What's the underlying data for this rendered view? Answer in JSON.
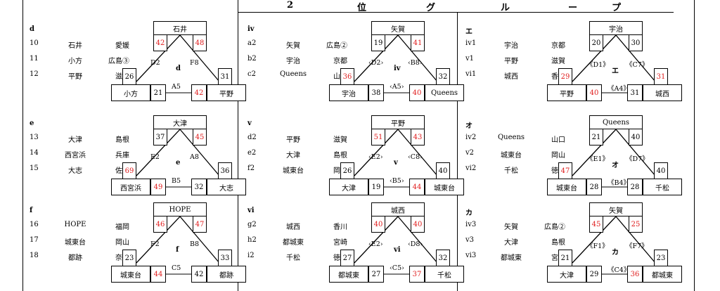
{
  "banner": [
    "2",
    "位",
    "グ",
    "ル",
    "ー",
    "プ"
  ],
  "groups": [
    {
      "key": "d",
      "letter": "d",
      "rows": [
        [
          "10",
          "石井",
          "愛媛"
        ],
        [
          "11",
          "小方",
          "広島③"
        ],
        [
          "12",
          "平野",
          "滋賀"
        ]
      ],
      "top": {
        "name": "石井",
        "l": "42",
        "r": "48",
        "lred": true,
        "rred": true
      },
      "bl": {
        "name": "小方",
        "a": "26",
        "b": "21",
        "bred": false
      },
      "br": {
        "name": "平野",
        "a": "31",
        "b": "42",
        "bred": true
      },
      "labels": {
        "left": "D2",
        "right": "F8",
        "bottom": "A5",
        "center": "d"
      }
    },
    {
      "key": "e",
      "letter": "e",
      "rows": [
        [
          "13",
          "大津",
          "島根"
        ],
        [
          "14",
          "西宮浜",
          "兵庫"
        ],
        [
          "15",
          "大志",
          "佐賀"
        ]
      ],
      "top": {
        "name": "大津",
        "l": "37",
        "r": "45",
        "lred": false,
        "rred": true
      },
      "bl": {
        "name": "西宮浜",
        "a": "69",
        "b": "49",
        "ared": true,
        "bred": true
      },
      "br": {
        "name": "大志",
        "a": "36",
        "b": "32",
        "bred": false
      },
      "labels": {
        "left": "E2",
        "right": "A8",
        "bottom": "B5",
        "center": "e"
      }
    },
    {
      "key": "f",
      "letter": "f",
      "rows": [
        [
          "16",
          "HOPE",
          "福岡"
        ],
        [
          "17",
          "城東台",
          "岡山"
        ],
        [
          "18",
          "都跡",
          "奈良"
        ]
      ],
      "top": {
        "name": "HOPE",
        "l": "46",
        "r": "47",
        "lred": true,
        "rred": true
      },
      "bl": {
        "name": "城東台",
        "a": "23",
        "b": "44",
        "bred": true
      },
      "br": {
        "name": "都跡",
        "a": "33",
        "b": "42",
        "bred": false
      },
      "labels": {
        "left": "F2",
        "right": "B8",
        "bottom": "C5",
        "center": "f"
      }
    },
    {
      "key": "iv",
      "letter": "iv",
      "rows": [
        [
          "a2",
          "矢賀",
          "広島②"
        ],
        [
          "b2",
          "宇治",
          "京都"
        ],
        [
          "c2",
          "Queens",
          "山口"
        ]
      ],
      "top": {
        "name": "矢賀",
        "l": "19",
        "r": "41",
        "lred": false,
        "rred": true
      },
      "bl": {
        "name": "宇治",
        "a": "36",
        "b": "38",
        "ared": true
      },
      "br": {
        "name": "Queens",
        "a": "32",
        "b": "40",
        "bred": true
      },
      "labels": {
        "left": "‹D2›",
        "right": "‹B8›",
        "bottom": "‹A5›",
        "center": "iv"
      }
    },
    {
      "key": "v",
      "letter": "v",
      "rows": [
        [
          "d2",
          "平野",
          "滋賀"
        ],
        [
          "e2",
          "大津",
          "島根"
        ],
        [
          "f2",
          "城東台",
          "岡山"
        ]
      ],
      "top": {
        "name": "平野",
        "l": "51",
        "r": "43",
        "lred": true,
        "rred": true
      },
      "bl": {
        "name": "大津",
        "a": "26",
        "b": "19"
      },
      "br": {
        "name": "城東台",
        "a": "40",
        "b": "44",
        "bred": true
      },
      "labels": {
        "left": "‹E2›",
        "right": "‹C8›",
        "bottom": "‹B5›",
        "center": "v"
      }
    },
    {
      "key": "vi",
      "letter": "vi",
      "rows": [
        [
          "g2",
          "城西",
          "香川"
        ],
        [
          "h2",
          "都城東",
          "宮崎"
        ],
        [
          "i2",
          "千松",
          "徳島"
        ]
      ],
      "top": {
        "name": "城西",
        "l": "40",
        "r": "40",
        "lred": true,
        "rred": true
      },
      "bl": {
        "name": "都城東",
        "a": "27",
        "b": "27"
      },
      "br": {
        "name": "千松",
        "a": "32",
        "b": "37",
        "bred": true
      },
      "labels": {
        "left": "‹E2›",
        "right": "‹D8›",
        "bottom": "‹C5›",
        "center": "vi"
      }
    },
    {
      "key": "e2",
      "letter": "エ",
      "rows": [
        [
          "iv1",
          "宇治",
          "京都"
        ],
        [
          "v1",
          "平野",
          "滋賀"
        ],
        [
          "vi1",
          "城西",
          "香川"
        ]
      ],
      "top": {
        "name": "宇治",
        "l": "20",
        "r": "30"
      },
      "bl": {
        "name": "平野",
        "a": "29",
        "b": "40",
        "ared": true,
        "bred": true
      },
      "br": {
        "name": "城西",
        "a": "31",
        "b": "31",
        "ared": true
      },
      "labels": {
        "left": "《D1》",
        "right": "《C7》",
        "bottom": "《A4》",
        "center": "エ"
      }
    },
    {
      "key": "o",
      "letter": "オ",
      "rows": [
        [
          "iv2",
          "Queens",
          "山口"
        ],
        [
          "v2",
          "城東台",
          "岡山"
        ],
        [
          "vi2",
          "千松",
          "徳島"
        ]
      ],
      "top": {
        "name": "Queens",
        "l": "21",
        "r": "40"
      },
      "bl": {
        "name": "城東台",
        "a": "47",
        "b": "28",
        "ared": true
      },
      "br": {
        "name": "千松",
        "a": "40",
        "b": "28"
      },
      "labels": {
        "left": "《E1》",
        "right": "《D7》",
        "bottom": "《B4》",
        "center": "オ"
      }
    },
    {
      "key": "ka",
      "letter": "カ",
      "rows": [
        [
          "iv3",
          "矢賀",
          "広島②"
        ],
        [
          "v3",
          "大津",
          "島根"
        ],
        [
          "vi3",
          "都城東",
          "宮崎"
        ]
      ],
      "top": {
        "name": "矢賀",
        "l": "45",
        "r": "25",
        "lred": true,
        "rred": true
      },
      "bl": {
        "name": "大津",
        "a": "21",
        "b": "29"
      },
      "br": {
        "name": "都城東",
        "a": "23",
        "b": "36",
        "bred": true
      },
      "labels": {
        "left": "《F1》",
        "right": "《F7》",
        "bottom": "《C4》",
        "center": "カ"
      }
    }
  ]
}
